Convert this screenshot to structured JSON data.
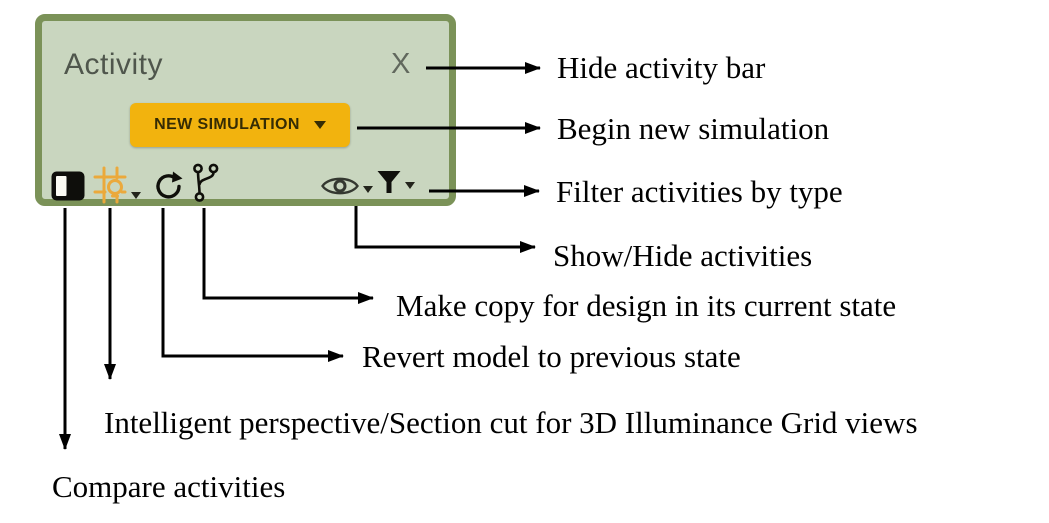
{
  "panel": {
    "title": "Activity",
    "close_label": "X",
    "new_simulation": {
      "label": "NEW SIMULATION",
      "caret_icon": "chevron-down-icon"
    },
    "toolbar_icons": [
      {
        "name": "compare-icon",
        "has_dropdown": false
      },
      {
        "name": "illuminance-grid-icon",
        "has_dropdown": true
      },
      {
        "name": "revert-icon",
        "has_dropdown": false
      },
      {
        "name": "copy-branch-icon",
        "has_dropdown": false
      },
      {
        "name": "show-hide-eye-icon",
        "has_dropdown": true
      },
      {
        "name": "filter-icon",
        "has_dropdown": true
      }
    ],
    "colors": {
      "panel_bg": "#c9d6bf",
      "panel_border": "#7b9258",
      "button_bg": "#f2b30e",
      "button_text": "#352c04",
      "icon_accent": "#eba93c"
    }
  },
  "annotations": [
    {
      "id": "hide-activity-bar",
      "label": "Hide activity bar"
    },
    {
      "id": "begin-new-simulation",
      "label": "Begin new simulation"
    },
    {
      "id": "filter-activities-by-type",
      "label": "Filter activities by type"
    },
    {
      "id": "show-hide-activities",
      "label": "Show/Hide activities"
    },
    {
      "id": "make-copy-current-state",
      "label": "Make copy for design in its current state"
    },
    {
      "id": "revert-model",
      "label": "Revert model to previous state"
    },
    {
      "id": "intelligent-perspective",
      "label": "Intelligent perspective/Section cut for 3D Illuminance Grid views"
    },
    {
      "id": "compare-activities",
      "label": "Compare activities"
    }
  ]
}
